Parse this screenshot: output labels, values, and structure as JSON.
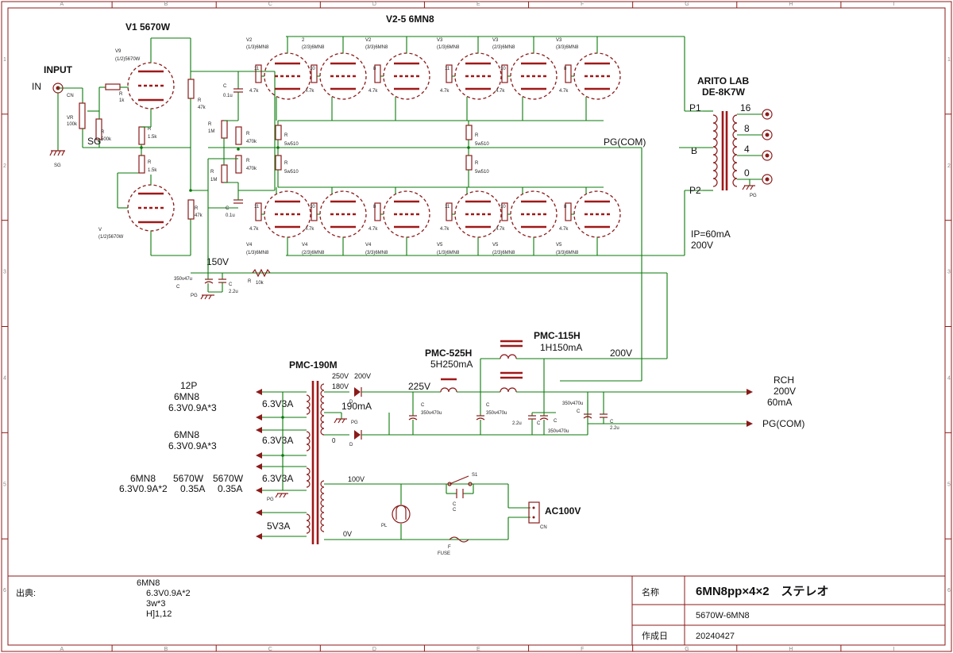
{
  "ruler": {
    "cols": [
      "A",
      "B",
      "C",
      "D",
      "E",
      "F",
      "G",
      "H",
      "I"
    ],
    "rows": [
      "1",
      "2",
      "3",
      "4",
      "5",
      "6"
    ]
  },
  "labels": {
    "input": "INPUT",
    "in": "IN",
    "sg": "SG",
    "sg_sym": "SG",
    "cn": "CN",
    "vr": "VR",
    "vr_val": "100k",
    "v1_title": "V1 5670W",
    "v25_title": "V2-5 6MN8",
    "v9": "V9",
    "v9_part": "(1/2)5670W",
    "v_low": "V",
    "v_low_part": "(1/2)5670W",
    "r": "R",
    "r_1k": "1k",
    "r_500k": "500k",
    "r_15k_a": "1.5k",
    "r_15k_b": "1.5k",
    "r_47k_a": "47k",
    "r_47k_b": "47k",
    "r_1m_a": "1M",
    "r_1m_b": "1M",
    "r_470k_a": "470k",
    "r_470k_b": "470k",
    "c": "C",
    "c_01u_a": "0.1u",
    "c_01u_b": "0.1u",
    "r_5w510": "5w510",
    "r_47": "4.7k",
    "pg_com": "PG(COM)",
    "transformer_brand": "ARITO LAB",
    "transformer_model": "DE-8K7W",
    "p1": "P1",
    "b": "B",
    "p2": "P2",
    "tap16": "16",
    "tap8": "8",
    "tap4": "4",
    "tap0": "0",
    "pg": "PG",
    "ip": "IP=60mA",
    "v200": "200V",
    "v150": "150V",
    "c350_47u": "350v47u",
    "c22u": "2.2u",
    "r10k": "10k",
    "pmc190": "PMC-190M",
    "pmc525": "PMC-525H",
    "pmc525_spec": "5H250mA",
    "pmc115": "PMC-115H",
    "pmc115_spec": "1H150mA",
    "v250": "250V",
    "v200b": "200V",
    "v180": "180V",
    "v190ma": "190mA",
    "v225": "225V",
    "v200c": "200V",
    "zero": "0",
    "d": "D",
    "c350_470u": "350v470u",
    "rch": "RCH",
    "rch_v": "200V",
    "rch_ma": "60mA",
    "pg_com_out": "PG(COM)",
    "h12p": "12P",
    "h6mn8_a": "6MN8",
    "h6mn8_a_spec": "6.3V0.9A*3",
    "h6mn8_b": "6MN8",
    "h6mn8_b_spec": "6.3V0.9A*3",
    "h6mn8_c": "6MN8",
    "h6mn8_c_spec": "6.3V0.9A*2",
    "h5670_a": "5670W",
    "h5670_a_spec": "0.35A",
    "h5670_b": "5670W",
    "h5670_b_spec": "0.35A",
    "w63_a": "6.3V3A",
    "w63_b": "6.3V3A",
    "w63_c": "6.3V3A",
    "w5v": "5V3A",
    "v100": "100V",
    "v0": "0V",
    "s1": "S1",
    "pl": "PL",
    "fuse": "FUSE",
    "f": "F",
    "ac100": "AC100V"
  },
  "tubes_top": [
    {
      "id": "V2",
      "part": "(1/3)6MN8",
      "grid": "11"
    },
    {
      "id": "2",
      "part": "(2/3)6MN8",
      "grid": "10"
    },
    {
      "id": "V2",
      "part": "(3/3)6MN8",
      "grid": "8"
    },
    {
      "id": "V3",
      "part": "(1/3)6MN8",
      "grid": "11"
    },
    {
      "id": "V3",
      "part": "(2/3)6MN8",
      "grid": "10"
    },
    {
      "id": "V3",
      "part": "(3/3)6MN8",
      "grid": "8"
    }
  ],
  "tubes_bottom": [
    {
      "id": "V4",
      "part": "(1/3)6MN8",
      "grid": "11"
    },
    {
      "id": "V4",
      "part": "(2/3)6MN8",
      "grid": "10"
    },
    {
      "id": "V4",
      "part": "(3/3)6MN8",
      "grid": "8"
    },
    {
      "id": "V5",
      "part": "(1/3)6MN8",
      "grid": "11"
    },
    {
      "id": "V5",
      "part": "(2/3)6MN8",
      "grid": "10"
    },
    {
      "id": "V5",
      "part": "(3/3)6MN8",
      "grid": "8"
    }
  ],
  "title_block": {
    "source_label": "出典:",
    "notes": [
      "6MN8",
      "6.3V0.9A*2",
      "3w*3",
      "H]1,12"
    ],
    "name_label": "名称",
    "name": "6MN8pp×4×2　ステレオ",
    "subtitle": "5670W-6MN8",
    "date_label": "作成日",
    "date": "20240427"
  }
}
